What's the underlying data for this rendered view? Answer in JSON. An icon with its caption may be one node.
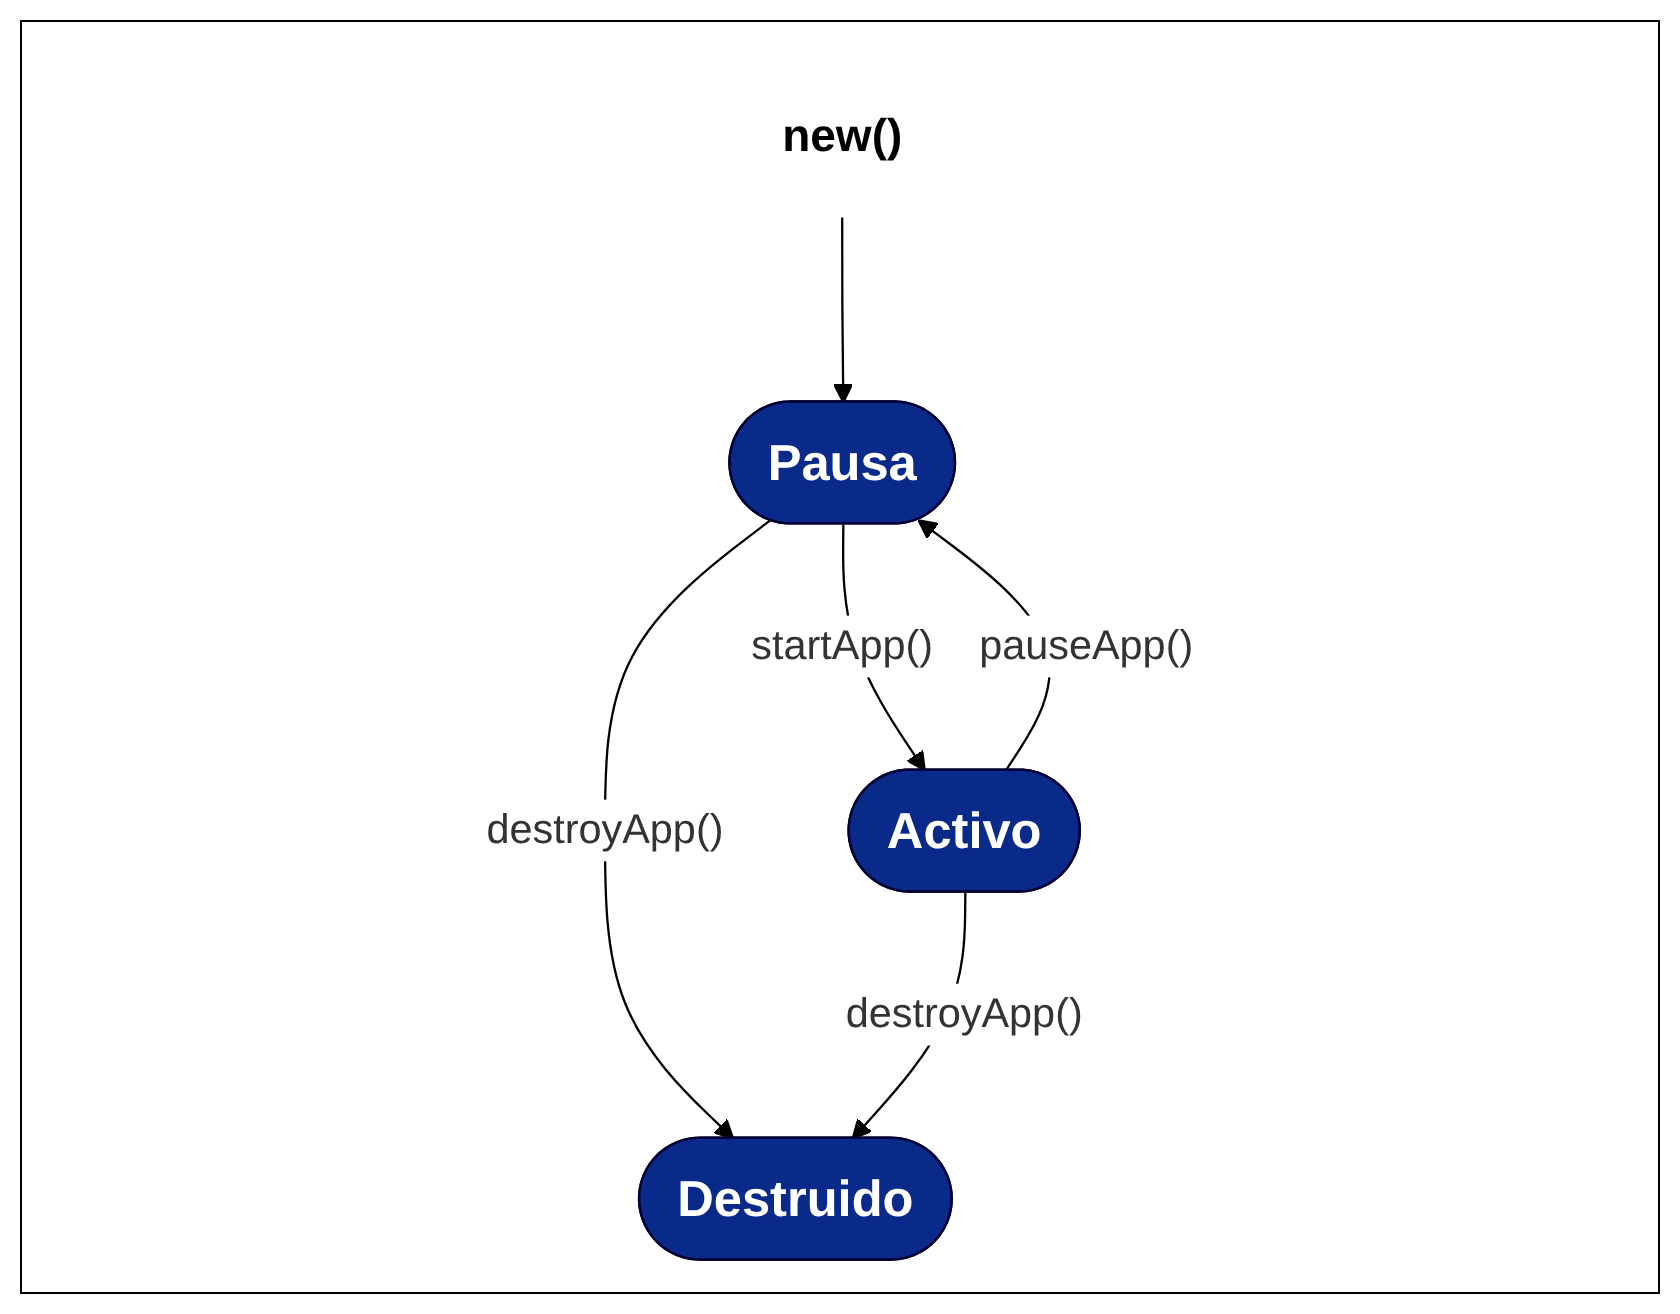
{
  "diagram": {
    "nodes": [
      {
        "text": [
          "new()"
        ]
      },
      {
        "text": [
          "Pausa"
        ]
      },
      {
        "text": [
          "Destruido"
        ]
      },
      {
        "text": [
          "Activo"
        ]
      }
    ],
    "edges": [
      {
        "from": 0,
        "to": 1,
        "arrow": "to"
      },
      {
        "from": 1,
        "to": 2,
        "arrow": "to",
        "label": "destroyApp()"
      },
      {
        "from": 1,
        "to": 3,
        "arrow": "to",
        "label": "startApp()"
      },
      {
        "from": 3,
        "to": 1,
        "arrow": "to",
        "label": "pauseApp()"
      },
      {
        "from": 3,
        "to": 2,
        "arrow": "to",
        "label": "destroyApp()"
      }
    ]
  }
}
